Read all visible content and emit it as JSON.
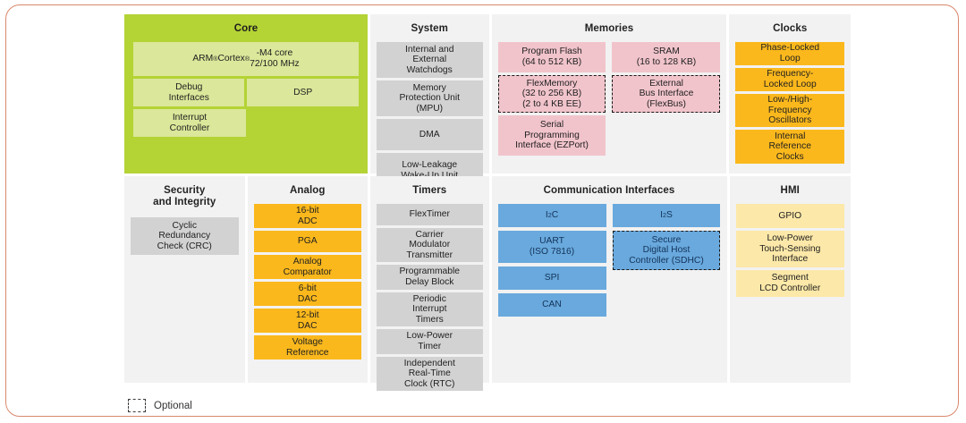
{
  "diagram": {
    "legend": {
      "swatch_style": "dashed-rectangle",
      "label": "Optional"
    },
    "colors": {
      "frame_border": "#d9886c",
      "panel_background": "#f2f2f2",
      "core_green": "#b4d335",
      "core_block_green": "#dbe79a",
      "gray_block": "#d2d2d2",
      "pink_block": "#f1c4cb",
      "orange_block": "#fbb81c",
      "blue_block": "#69a9dd",
      "yellow_block": "#fce8a8",
      "optional_border": "#1a1a1a"
    },
    "sections": {
      "core": {
        "title": "Core",
        "blocks": [
          {
            "label": "ARM® Cortex®-M4 core\n72/100 MHz",
            "optional": false
          },
          {
            "label": "Debug\nInterfaces",
            "optional": false
          },
          {
            "label": "DSP",
            "optional": false
          },
          {
            "label": "Interrupt\nController",
            "optional": false
          }
        ]
      },
      "system": {
        "title": "System",
        "blocks": [
          {
            "label": "Internal and\nExternal\nWatchdogs",
            "optional": false
          },
          {
            "label": "Memory\nProtection Unit\n(MPU)",
            "optional": false
          },
          {
            "label": "DMA",
            "optional": false
          },
          {
            "label": "Low-Leakage\nWake-Up Unit",
            "optional": false
          }
        ]
      },
      "memories": {
        "title": "Memories",
        "left_blocks": [
          {
            "label": "Program Flash\n(64 to 512 KB)",
            "optional": false
          },
          {
            "label": "FlexMemory\n(32 to 256 KB)\n(2 to 4 KB EE)",
            "optional": true
          },
          {
            "label": "Serial\nProgramming\nInterface (EZPort)",
            "optional": false
          }
        ],
        "right_blocks": [
          {
            "label": "SRAM\n(16 to 128 KB)",
            "optional": false
          },
          {
            "label": "External\nBus Interface\n(FlexBus)",
            "optional": true
          }
        ]
      },
      "clocks": {
        "title": "Clocks",
        "blocks": [
          {
            "label": "Phase-Locked\nLoop",
            "optional": false
          },
          {
            "label": "Frequency-\nLocked Loop",
            "optional": false
          },
          {
            "label": "Low-/High-\nFrequency\nOscillators",
            "optional": false
          },
          {
            "label": "Internal\nReference\nClocks",
            "optional": false
          }
        ]
      },
      "security": {
        "title": "Security\nand Integrity",
        "blocks": [
          {
            "label": "Cyclic\nRedundancy\nCheck (CRC)",
            "optional": false
          }
        ]
      },
      "analog": {
        "title": "Analog",
        "blocks": [
          {
            "label": "16-bit\nADC",
            "optional": false
          },
          {
            "label": "PGA",
            "optional": false
          },
          {
            "label": "Analog\nComparator",
            "optional": false
          },
          {
            "label": "6-bit\nDAC",
            "optional": false
          },
          {
            "label": "12-bit\nDAC",
            "optional": false
          },
          {
            "label": "Voltage\nReference",
            "optional": false
          }
        ]
      },
      "timers": {
        "title": "Timers",
        "blocks": [
          {
            "label": "FlexTimer",
            "optional": false
          },
          {
            "label": "Carrier\nModulator\nTransmitter",
            "optional": false
          },
          {
            "label": "Programmable\nDelay Block",
            "optional": false
          },
          {
            "label": "Periodic\nInterrupt\nTimers",
            "optional": false
          },
          {
            "label": "Low-Power\nTimer",
            "optional": false
          },
          {
            "label": "Independent\nReal-Time\nClock (RTC)",
            "optional": false
          }
        ]
      },
      "communication": {
        "title": "Communication Interfaces",
        "left_blocks": [
          {
            "label": "I²C",
            "optional": false
          },
          {
            "label": "UART\n(ISO 7816)",
            "optional": false
          },
          {
            "label": "SPI",
            "optional": false
          },
          {
            "label": "CAN",
            "optional": false
          }
        ],
        "right_blocks": [
          {
            "label": "I²S",
            "optional": false
          },
          {
            "label": "Secure\nDigital Host\nController (SDHC)",
            "optional": true
          }
        ]
      },
      "hmi": {
        "title": "HMI",
        "blocks": [
          {
            "label": "GPIO",
            "optional": false
          },
          {
            "label": "Low-Power\nTouch-Sensing\nInterface",
            "optional": false
          },
          {
            "label": "Segment\nLCD Controller",
            "optional": false
          }
        ]
      }
    }
  }
}
